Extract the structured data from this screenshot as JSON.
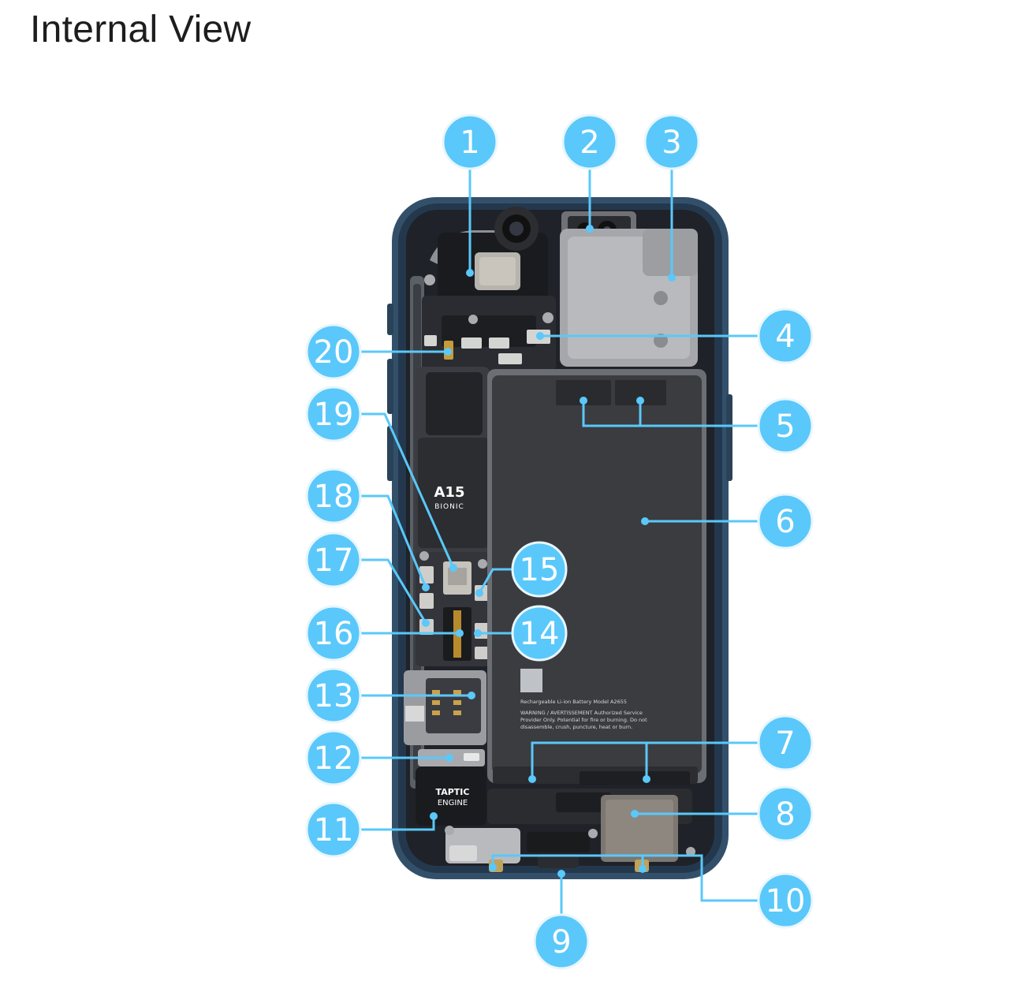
{
  "page": {
    "title": "Internal View"
  },
  "chips": {
    "soc_name": "A15",
    "soc_sub": "BIONIC",
    "taptic_line1": "TAPTIC",
    "taptic_line2": "ENGINE"
  },
  "battery_label": {
    "line1": "Rechargeable Li-ion Battery Model A2655",
    "line2": "WARNING / AVERTISSEMENT Authorized Service",
    "line3": "Provider Only. Potential for fire or burning. Do not",
    "line4": "disassemble, crush, puncture, heat or burn."
  },
  "callouts": [
    "1",
    "2",
    "3",
    "4",
    "5",
    "6",
    "7",
    "8",
    "9",
    "10",
    "11",
    "12",
    "13",
    "14",
    "15",
    "16",
    "17",
    "18",
    "19",
    "20"
  ],
  "colors": {
    "callout_fill": "#5ac8fa",
    "frame": "#33506b",
    "battery": "#3a3c40"
  }
}
